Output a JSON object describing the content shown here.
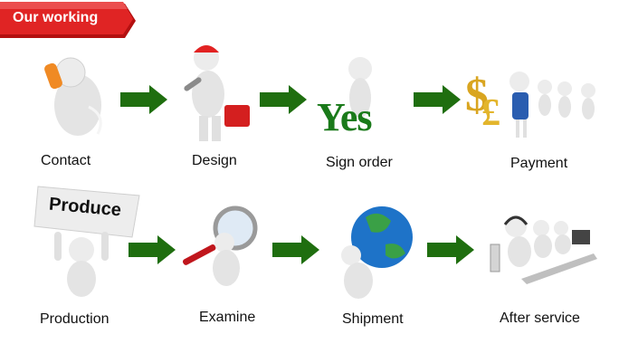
{
  "banner": {
    "title": "Our working"
  },
  "steps": [
    {
      "label": "Contact",
      "icon": "phone-person-icon"
    },
    {
      "label": "Design",
      "icon": "toolbox-person-icon"
    },
    {
      "label": "Sign order",
      "icon": "yes-sign-icon",
      "overlay_text": "Yes"
    },
    {
      "label": "Payment",
      "icon": "money-people-icon"
    },
    {
      "label": "Production",
      "icon": "produce-sign-icon",
      "overlay_text": "Produce"
    },
    {
      "label": "Examine",
      "icon": "magnifier-person-icon"
    },
    {
      "label": "Shipment",
      "icon": "globe-carrier-icon"
    },
    {
      "label": "After service",
      "icon": "call-center-icon"
    }
  ],
  "colors": {
    "banner": "#d81c1c",
    "arrow": "#1f6e0f",
    "yes": "#1a7a1a",
    "figure": "#e8e8e8"
  }
}
